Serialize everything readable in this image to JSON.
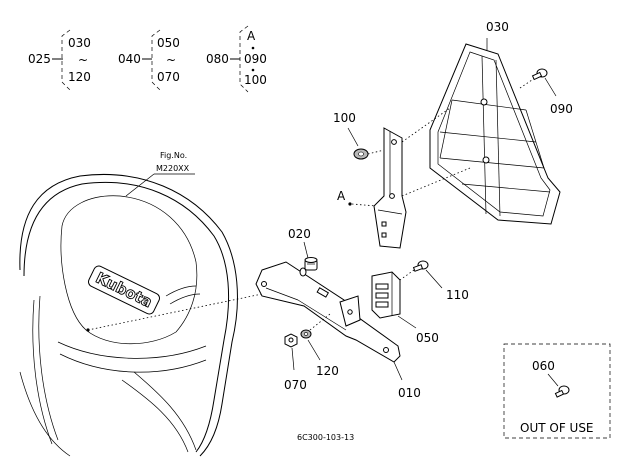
{
  "callout_groups": [
    {
      "left": "025",
      "top": "030",
      "mid": "~",
      "bottom": "120"
    },
    {
      "left": "040",
      "top": "050",
      "mid": "~",
      "bottom": "070"
    },
    {
      "left": "080",
      "top": "A",
      "mid": "090",
      "bottom": "100"
    }
  ],
  "parts": {
    "p030": "030",
    "p090": "090",
    "p100": "100",
    "pA": "A",
    "p020": "020",
    "p110": "110",
    "p050": "050",
    "p120": "120",
    "p070": "070",
    "p010": "010",
    "p060": "060"
  },
  "fig_ref": {
    "line1": "Fig.No.",
    "line2": "M220XX"
  },
  "seat_logo": "Kubota",
  "out_of_use": "OUT OF USE",
  "drawing_code": "6C300-103-13"
}
